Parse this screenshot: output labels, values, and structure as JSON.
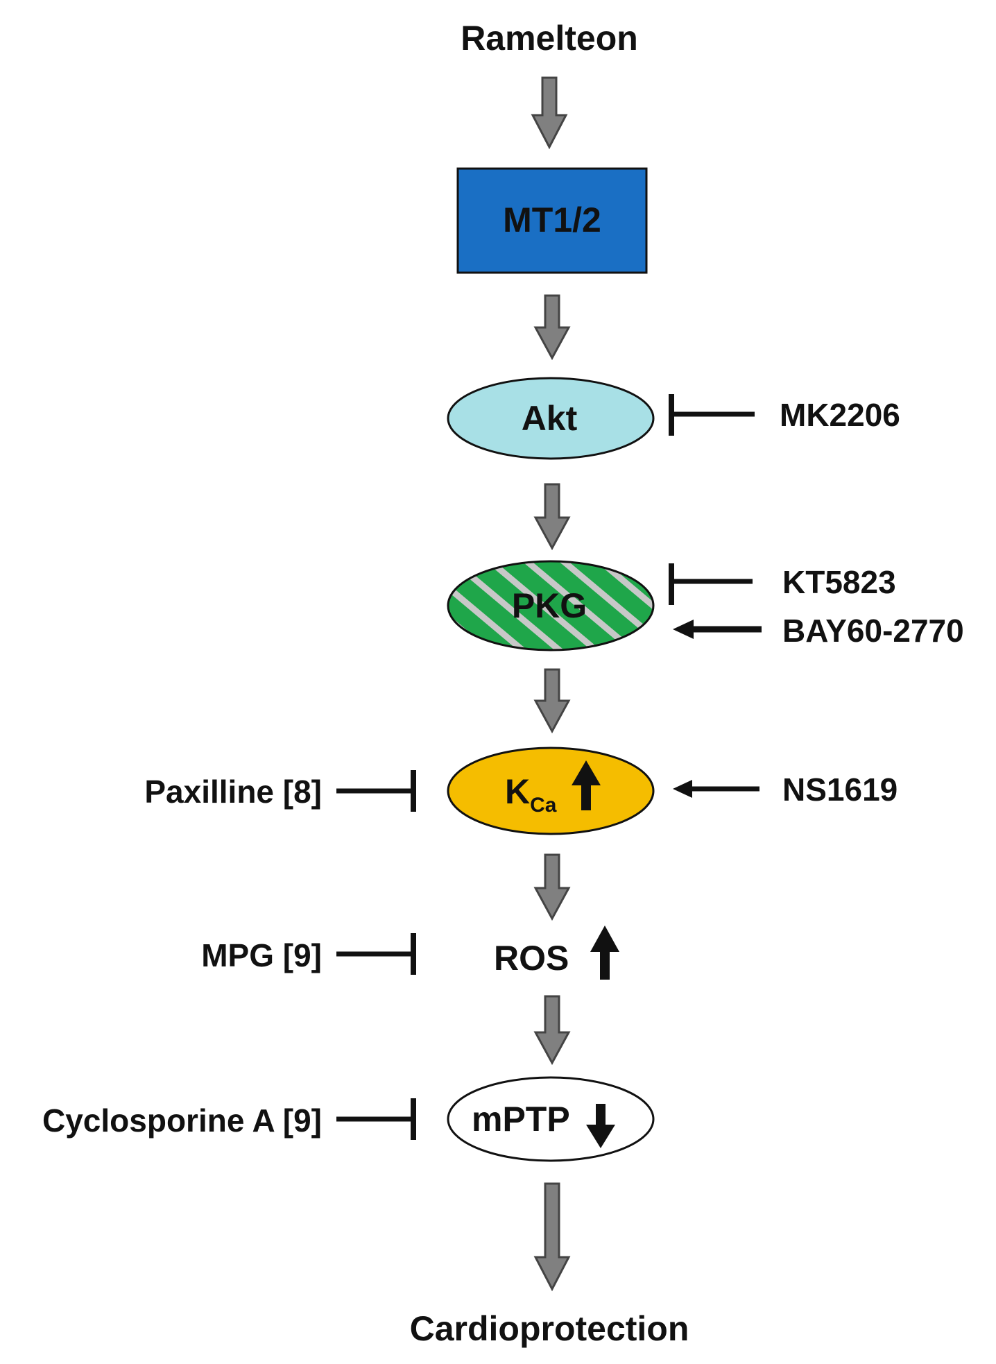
{
  "pathway": {
    "start": "Ramelteon",
    "receptor": "MT1/2",
    "akt": "Akt",
    "pkg": "PKG",
    "kca_main": "K",
    "kca_sub": "Ca",
    "ros": "ROS",
    "mptp": "mPTP",
    "end": "Cardioprotection"
  },
  "modulators": {
    "mk2206": "MK2206",
    "kt5823": "KT5823",
    "bay": "BAY60-2770",
    "ns1619": "NS1619",
    "paxilline": "Paxilline [8]",
    "mpg": "MPG [9]",
    "cyclosporine": "Cyclosporine A [9]"
  },
  "colors": {
    "receptor_fill": "#1a6fc4",
    "akt_fill": "#a8e0e6",
    "pkg_fill": "#1fa64a",
    "pkg_stripe": "#c8c8c8",
    "kca_fill": "#f5bd00",
    "arrow_fill": "#808080",
    "line": "#111111"
  }
}
